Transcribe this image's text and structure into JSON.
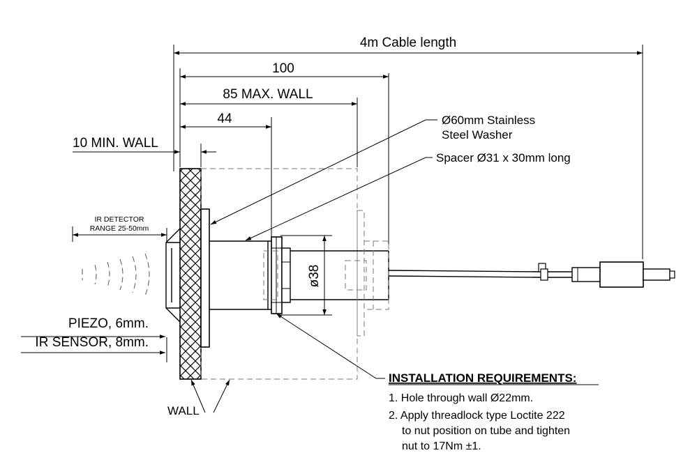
{
  "dimensions": {
    "cable_length": "4m Cable length",
    "overall": "100",
    "max_wall": "85 MAX. WALL",
    "depth_44": "44",
    "min_wall": "10 MIN. WALL",
    "ir_range_line1": "IR DETECTOR",
    "ir_range_line2": "RANGE 25-50mm",
    "diameter": "ø38"
  },
  "callouts": {
    "washer_line1": "Ø60mm Stainless",
    "washer_line2": "Steel Washer",
    "spacer": "Spacer Ø31 x 30mm long",
    "piezo": "PIEZO, 6mm.",
    "ir_sensor": "IR SENSOR, 8mm.",
    "wall": "WALL"
  },
  "installation": {
    "heading": "INSTALLATION REQUIREMENTS:",
    "item1": "1. Hole through wall Ø22mm.",
    "item2_line1": "2. Apply threadlock type Loctite 222",
    "item2_line2": "to nut position on tube and tighten",
    "item2_line3": "nut to 17Nm ±1."
  }
}
